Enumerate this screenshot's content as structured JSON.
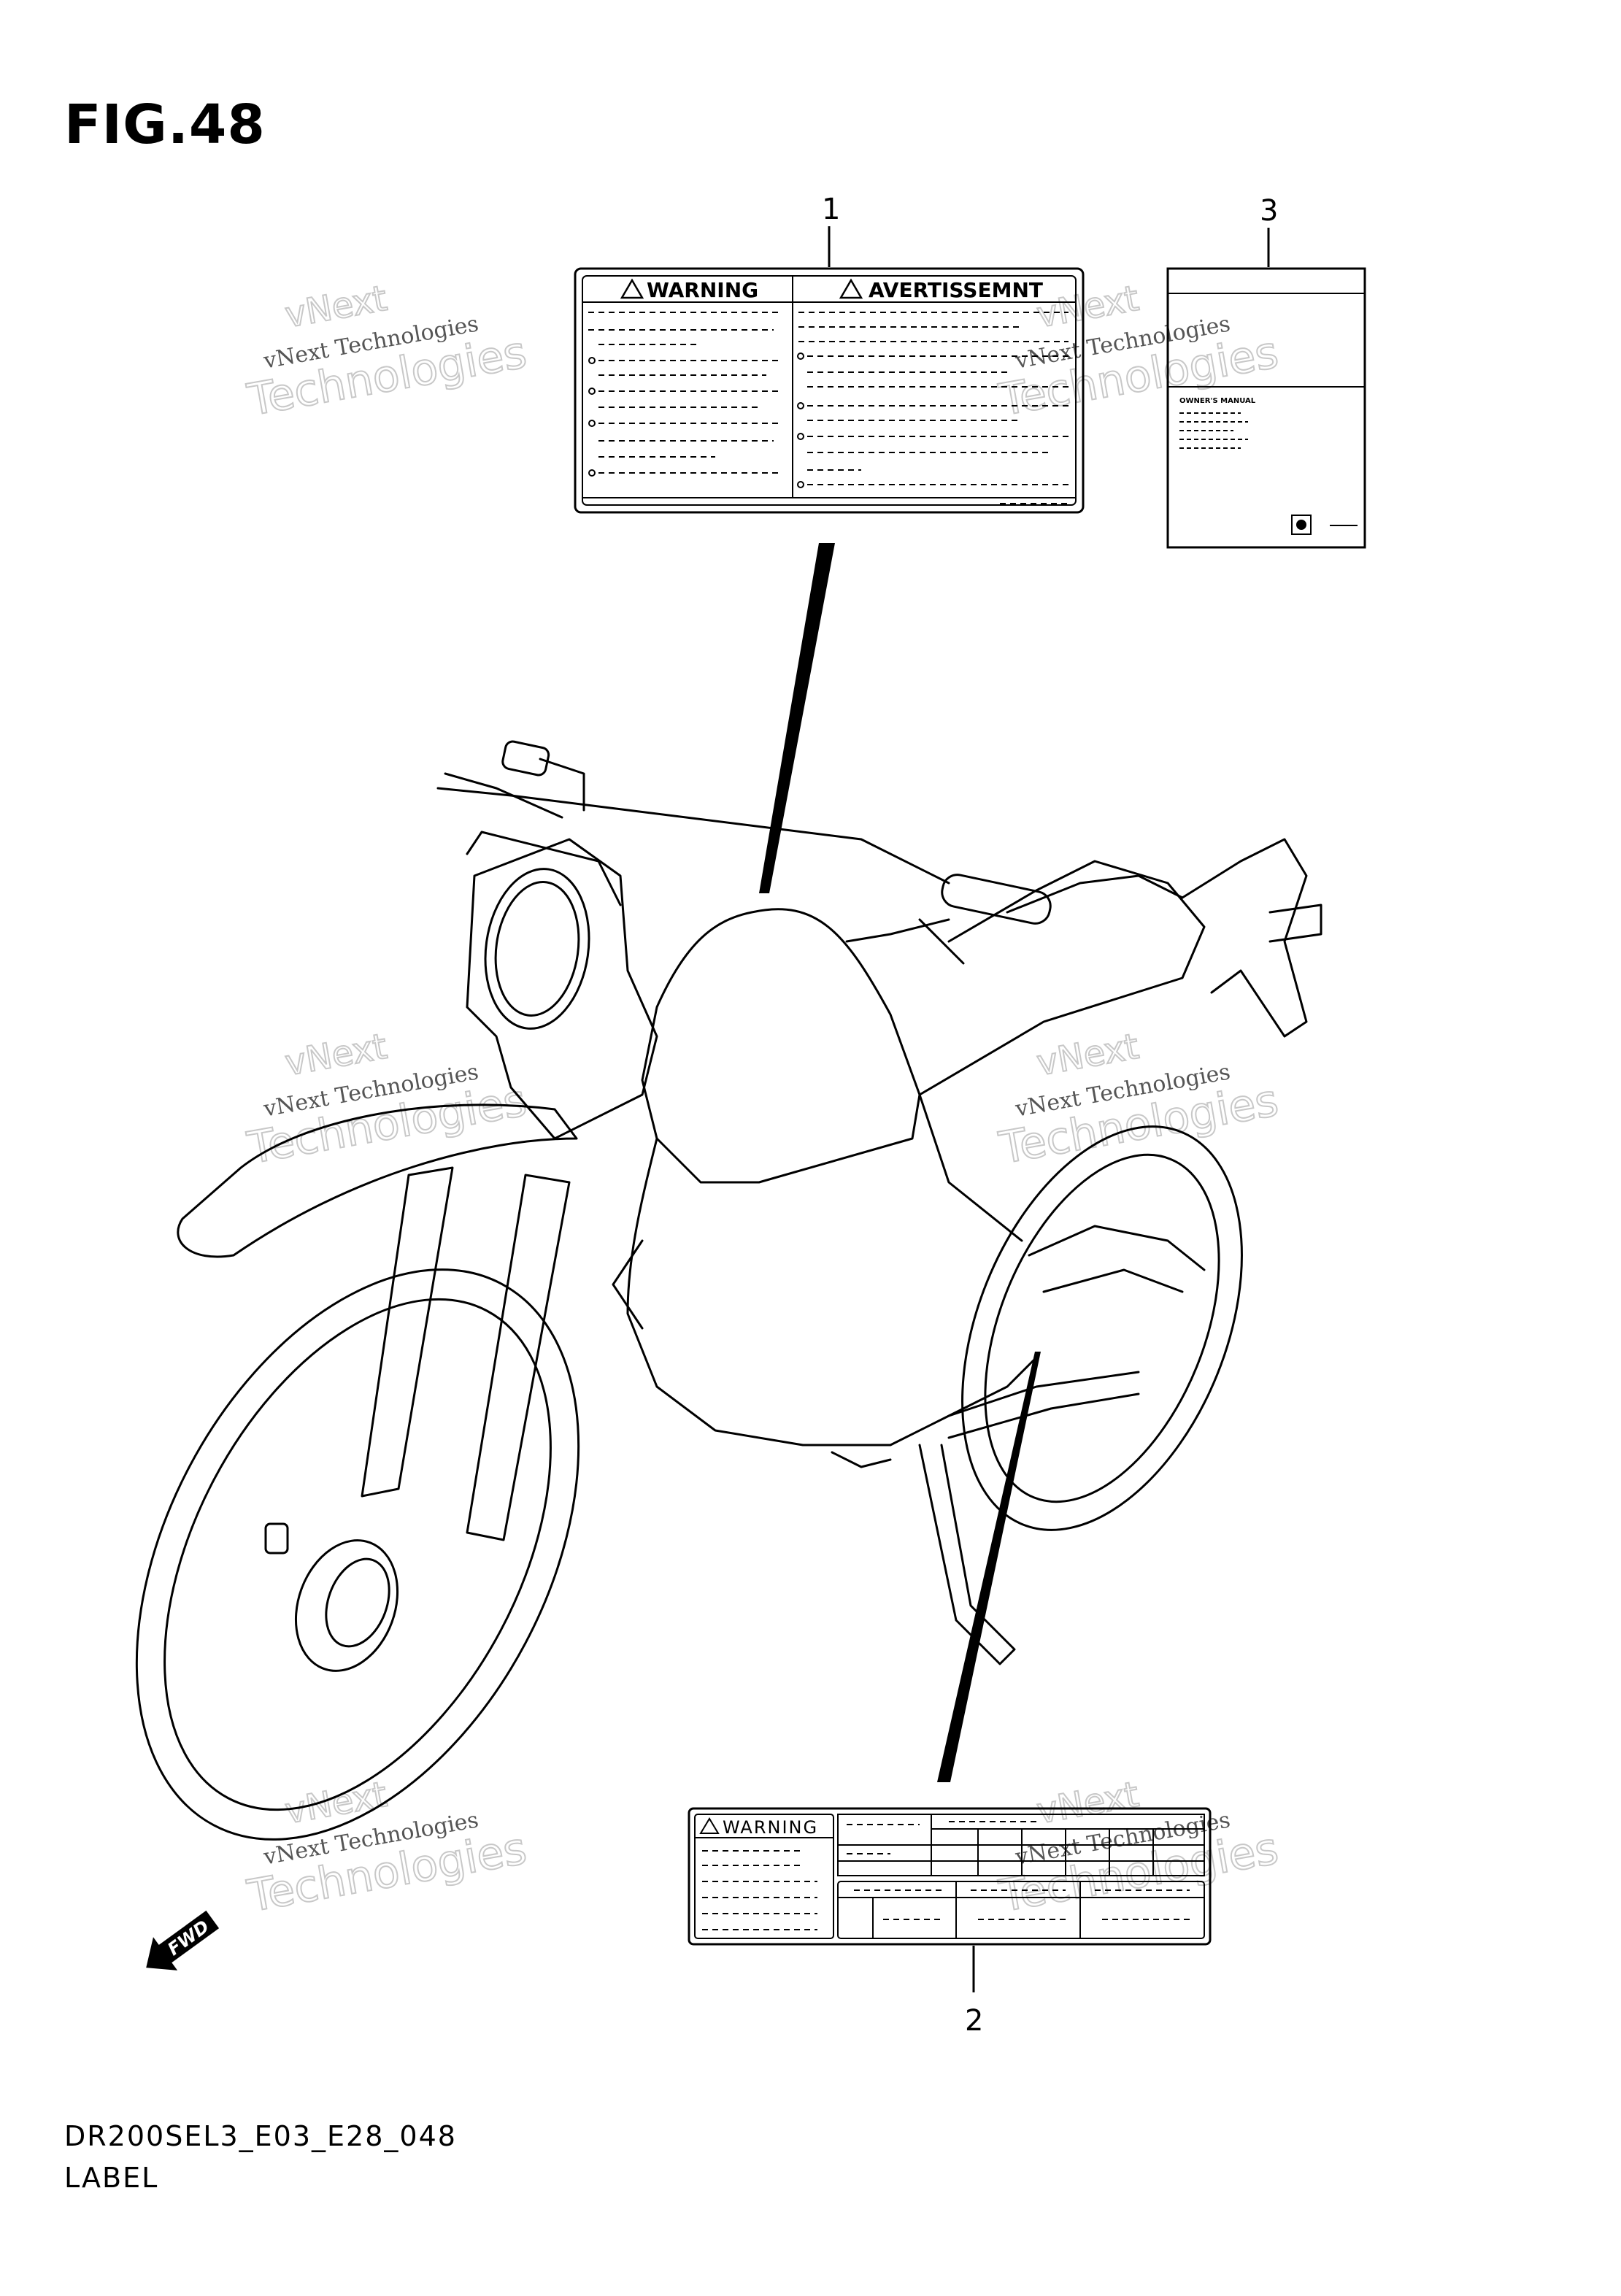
{
  "figure": {
    "title": "FIG.48",
    "code": "DR200SEL3_E03_E28_048",
    "name": "LABEL"
  },
  "callouts": [
    {
      "number": "1"
    },
    {
      "number": "2"
    },
    {
      "number": "3"
    }
  ],
  "label_1": {
    "left_heading": "WARNING",
    "right_heading": "AVERTISSEMNT"
  },
  "label_2": {
    "heading": "WARNING"
  },
  "label_3": {
    "heading": "OWNER'S MANUAL"
  },
  "fwd_arrow": {
    "text": "FWD"
  },
  "watermark": {
    "small": "vNext Technologies",
    "large_line1": "vNext",
    "large_line2": "Technologies"
  },
  "colors": {
    "ink": "#000000",
    "watermark": "#c8c8c8"
  }
}
